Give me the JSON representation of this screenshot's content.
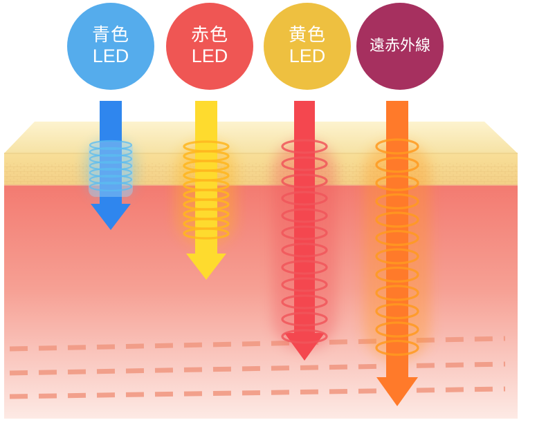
{
  "badges": [
    {
      "line1": "青色",
      "line2": "LED",
      "color": "#55acec",
      "arrow_color": "#2f86ee",
      "ring_color": "#5bbcf0",
      "rings": 7
    },
    {
      "line1": "赤色",
      "line2": "LED",
      "color": "#ef5654",
      "arrow_color": "#fedb2e",
      "ring_color": "#ffb61f",
      "rings": 10
    },
    {
      "line1": "黄色",
      "line2": "LED",
      "color": "#eec040",
      "arrow_color": "#f4474f",
      "ring_color": "#f0565a",
      "rings": 12
    },
    {
      "line1": "遠赤外線",
      "line2": "",
      "color": "#a6305f",
      "arrow_color": "#ff7a2a",
      "ring_color": "#ff9a20",
      "rings": 12
    }
  ],
  "colors": {
    "skin_top": "#fbeec3",
    "epidermis": "#f5e2a8",
    "dermis": "#f48c7e",
    "subcutis": "#fce7e2",
    "dash": "#f19a84"
  }
}
